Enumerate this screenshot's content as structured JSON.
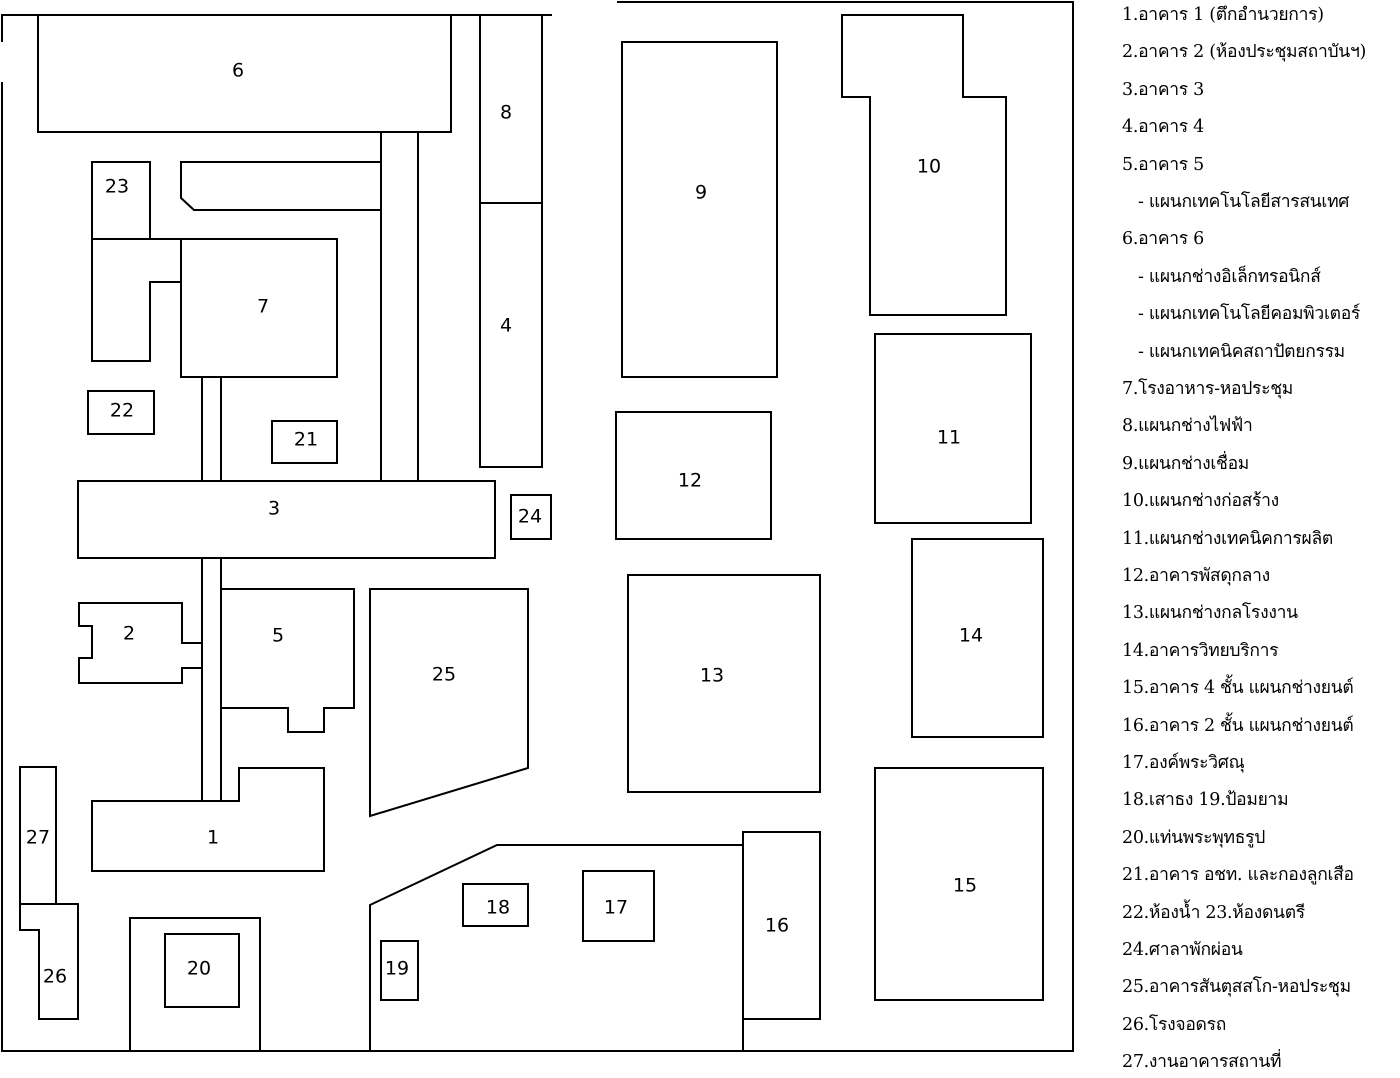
{
  "map": {
    "colors": {
      "stroke": "#000000",
      "fill": "#ffffff"
    },
    "buildings": [
      {
        "id": "1",
        "label": "1"
      },
      {
        "id": "2",
        "label": "2"
      },
      {
        "id": "3",
        "label": "3"
      },
      {
        "id": "4",
        "label": "4"
      },
      {
        "id": "5",
        "label": "5"
      },
      {
        "id": "6",
        "label": "6"
      },
      {
        "id": "7",
        "label": "7"
      },
      {
        "id": "8",
        "label": "8"
      },
      {
        "id": "9",
        "label": "9"
      },
      {
        "id": "10",
        "label": "10"
      },
      {
        "id": "11",
        "label": "11"
      },
      {
        "id": "12",
        "label": "12"
      },
      {
        "id": "13",
        "label": "13"
      },
      {
        "id": "14",
        "label": "14"
      },
      {
        "id": "15",
        "label": "15"
      },
      {
        "id": "16",
        "label": "16"
      },
      {
        "id": "17",
        "label": "17"
      },
      {
        "id": "18",
        "label": "18"
      },
      {
        "id": "19",
        "label": "19"
      },
      {
        "id": "20",
        "label": "20"
      },
      {
        "id": "21",
        "label": "21"
      },
      {
        "id": "22",
        "label": "22"
      },
      {
        "id": "23",
        "label": "23"
      },
      {
        "id": "24",
        "label": "24"
      },
      {
        "id": "25",
        "label": "25"
      },
      {
        "id": "26",
        "label": "26"
      },
      {
        "id": "27",
        "label": "27"
      }
    ]
  },
  "legend": {
    "items": [
      {
        "text": "1.อาคาร 1 (ตึกอำนวยการ)",
        "indent": false
      },
      {
        "text": "2.อาคาร 2 (ห้องประชุมสถาบันฯ)",
        "indent": false
      },
      {
        "text": "3.อาคาร 3",
        "indent": false
      },
      {
        "text": "4.อาคาร 4",
        "indent": false
      },
      {
        "text": "5.อาคาร 5",
        "indent": false
      },
      {
        "text": "- แผนกเทคโนโลยีสารสนเทศ",
        "indent": true
      },
      {
        "text": "6.อาคาร 6",
        "indent": false
      },
      {
        "text": "- แผนกช่างอิเล็กทรอนิกส์",
        "indent": true
      },
      {
        "text": "- แผนกเทคโนโลยีคอมพิวเตอร์",
        "indent": true
      },
      {
        "text": "- แผนกเทคนิคสถาปัตยกรรม",
        "indent": true
      },
      {
        "text": "7.โรงอาหาร-หอประชุม",
        "indent": false
      },
      {
        "text": "8.แผนกช่างไฟฟ้า",
        "indent": false
      },
      {
        "text": "9.แผนกช่างเชื่อม",
        "indent": false
      },
      {
        "text": "10.แผนกช่างก่อสร้าง",
        "indent": false
      },
      {
        "text": "11.แผนกช่างเทคนิคการผลิต",
        "indent": false
      },
      {
        "text": "12.อาคารพัสดุกลาง",
        "indent": false
      },
      {
        "text": "13.แผนกช่างกลโรงงาน",
        "indent": false
      },
      {
        "text": "14.อาคารวิทยบริการ",
        "indent": false
      },
      {
        "text": "15.อาคาร 4 ชั้น แผนกช่างยนต์",
        "indent": false
      },
      {
        "text": "16.อาคาร 2 ชั้น แผนกช่างยนต์",
        "indent": false
      },
      {
        "text": "17.องค์พระวิศณุ",
        "indent": false
      },
      {
        "text": "18.เสาธง     19.ป้อมยาม",
        "indent": false
      },
      {
        "text": "20.แท่นพระพุทธรูป",
        "indent": false
      },
      {
        "text": "21.อาคาร อชท. และกองลูกเสือ",
        "indent": false
      },
      {
        "text": "22.ห้องน้ำ     23.ห้องดนตรี",
        "indent": false
      },
      {
        "text": "24.ศาลาพักผ่อน",
        "indent": false
      },
      {
        "text": "25.อาคารสันตุสสโก-หอประชุม",
        "indent": false
      },
      {
        "text": "26.โรงจอดรถ",
        "indent": false
      },
      {
        "text": "27.งานอาคารสถานที่",
        "indent": false
      }
    ]
  }
}
